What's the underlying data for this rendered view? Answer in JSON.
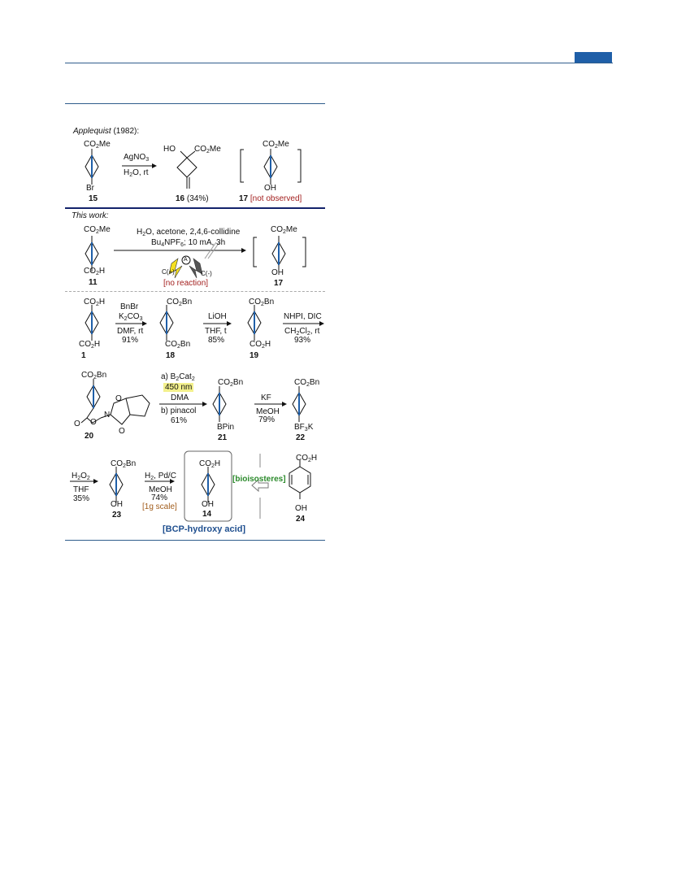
{
  "header": {
    "accent_color": "#1f5fa8",
    "rule_color": "#2f5d8c"
  },
  "row1": {
    "caption_author": "Applequist",
    "caption_year": " (1982):",
    "c15_top": "CO2Me",
    "c15_bottom": "Br",
    "c15_label": "15",
    "cond_a": "AgNO3",
    "cond_b": "H2O, rt",
    "c16_ho": "HO",
    "c16_co": "CO2Me",
    "c16_label": "16",
    "c16_yield": " (34%)",
    "c17_top": "CO2Me",
    "c17_bottom": "OH",
    "c17_label": "17",
    "c17_note": " [not observed]"
  },
  "row2": {
    "caption": "This work:",
    "c11_top": "CO2Me",
    "c11_bottom": "CO2H",
    "c11_label": "11",
    "cond_a": "H2O, acetone, 2,4,6-collidine",
    "cond_b": "Bu4NPF6; 10 mA, 3h",
    "anode": "C(+)",
    "cathode": "C(-)",
    "ammeter": "A",
    "no_reaction": "[no reaction]",
    "c17_top": "CO2Me",
    "c17_bottom": "OH",
    "c17_label": "17"
  },
  "row3": {
    "c1_top": "CO2H",
    "c1_bottom": "CO2H",
    "c1_label": "1",
    "step1_a": "BnBr",
    "step1_b": "K2CO3",
    "step1_c": "DMF, rt",
    "step1_y": "91%",
    "c18_top": "CO2Bn",
    "c18_bottom": "CO2Bn",
    "c18_label": "18",
    "step2_a": "LiOH",
    "step2_b": "THF, t",
    "step2_y": "85%",
    "c19_top": "CO2Bn",
    "c19_bottom": "CO2H",
    "c19_label": "19",
    "step3_a": "NHPI, DIC",
    "step3_b": "CH2Cl2, rt",
    "step3_y": "93%"
  },
  "row4": {
    "c20_top": "CO2Bn",
    "c20_n": "N",
    "c20_o": "O",
    "c20_label": "20",
    "step_a": "a) B2Cat2",
    "step_hl": "450 nm",
    "step_b": "DMA",
    "step_c": "b) pinacol",
    "step_y": "61%",
    "c21_top": "CO2Bn",
    "c21_bottom": "BPin",
    "c21_label": "21",
    "step2_a": "KF",
    "step2_b": "MeOH",
    "step2_y": "79%",
    "c22_top": "CO2Bn",
    "c22_bottom": "BF3K",
    "c22_label": "22"
  },
  "row5": {
    "step_a": "H2O2",
    "step_b": "THF",
    "step_y": "35%",
    "c23_top": "CO2Bn",
    "c23_bottom": "OH",
    "c23_label": "23",
    "step2_a": "H2, Pd/C",
    "step2_b": "MeOH",
    "step2_y": "74%",
    "step2_scale": "[1g scale]",
    "c14_top": "CO2H",
    "c14_bottom": "OH",
    "c14_label": "14",
    "bioisosteres": "[bioisosteres]",
    "c24_top": "CO2H",
    "c24_bottom": "OH",
    "c24_label": "24",
    "caption": "[BCP-hydroxy acid]"
  }
}
